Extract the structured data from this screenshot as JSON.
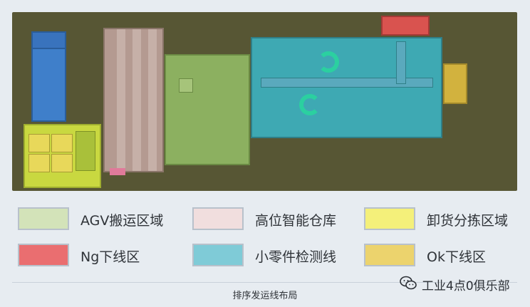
{
  "caption": "排序发运线布局",
  "watermark": {
    "text": "工业4点0俱乐部",
    "icon": "wechat-icon"
  },
  "legend": [
    {
      "label": "AGV搬运区域",
      "color": "#d3e3b9"
    },
    {
      "label": "高位智能仓库",
      "color": "#f1dede"
    },
    {
      "label": "卸货分拣区域",
      "color": "#f4f07a"
    },
    {
      "label": "Ng下线区",
      "color": "#ea6e70"
    },
    {
      "label": "小零件检测线",
      "color": "#7fcbd7"
    },
    {
      "label": "Ok下线区",
      "color": "#ecd36d"
    }
  ],
  "colors": {
    "floor": "#575634",
    "agv": "#8cb060",
    "warehouse": "#b49a91",
    "unloading": "#c9d840",
    "ng": "#d9534f",
    "inspection": "#3ea9b3",
    "ok": "#d2b23e",
    "blue_zone": "#3f7fca"
  }
}
